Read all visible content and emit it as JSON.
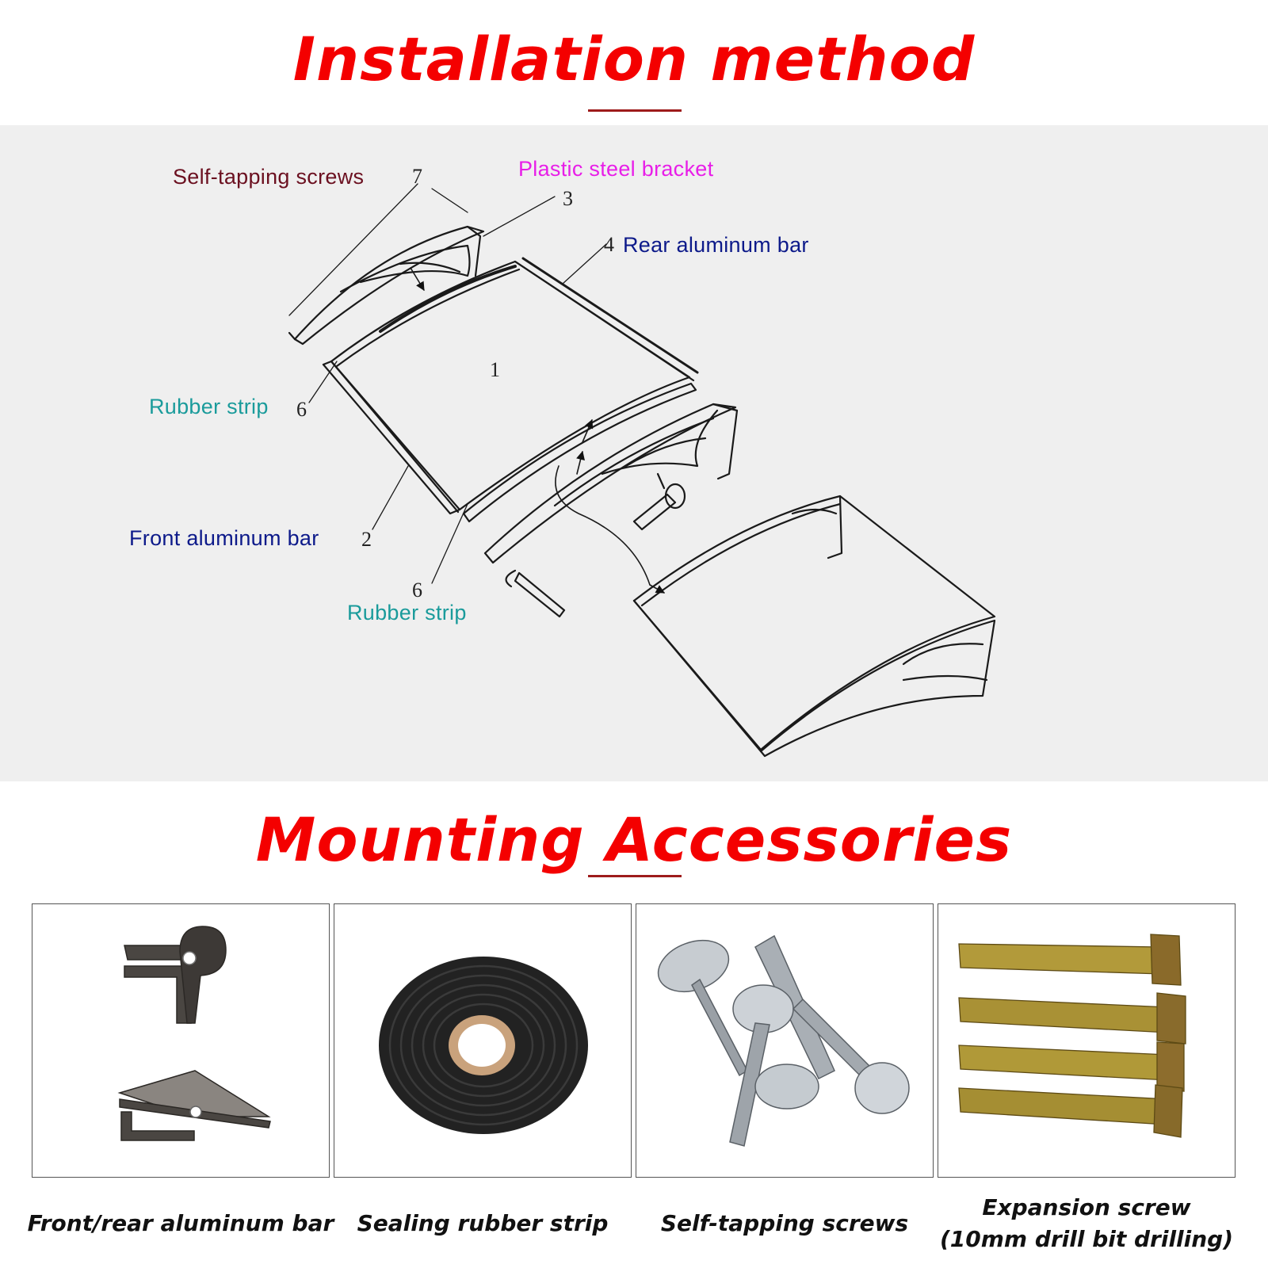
{
  "sections": {
    "installation_title": "Installation method",
    "accessories_title": "Mounting Accessories"
  },
  "diagram": {
    "labels": {
      "self_tapping": "Self-tapping screws",
      "plastic_bracket": "Plastic steel bracket",
      "rear_bar": "Rear aluminum bar",
      "rubber_strip_left": "Rubber strip",
      "front_bar": "Front aluminum bar",
      "rubber_strip_bottom": "Rubber strip"
    },
    "numbers": {
      "n7": "7",
      "n3": "3",
      "n4": "4",
      "n1": "1",
      "n6a": "6",
      "n2": "2",
      "n6b": "6"
    },
    "colors": {
      "self_tapping": "#6b1020",
      "plastic_bracket": "#e81ee8",
      "blue_labels": "#0d1a8a",
      "rubber_strip": "#1a9b9b"
    }
  },
  "accessories": [
    {
      "caption": "Front/rear aluminum bar",
      "icon": "aluminum-bar-profile-image"
    },
    {
      "caption": "Sealing rubber strip",
      "icon": "rubber-strip-roll-image"
    },
    {
      "caption": "Self-tapping screws",
      "icon": "self-tapping-screws-image"
    },
    {
      "caption_line1": "Expansion screw",
      "caption_line2": "(10mm drill bit drilling)",
      "icon": "expansion-screws-image"
    }
  ]
}
